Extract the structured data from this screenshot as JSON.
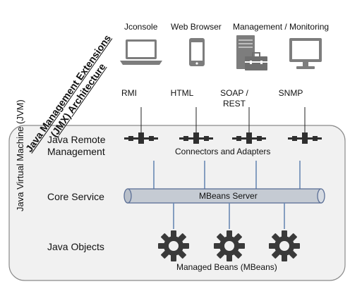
{
  "title": {
    "line1": "Java Management Extensions",
    "line2": "(JMX) Architecture"
  },
  "jvm_label": "Java Virtual Machine (JVM)",
  "clients": [
    {
      "label": "Jconsole",
      "icon": "laptop-icon",
      "protocol_lines": [
        "RMI"
      ]
    },
    {
      "label": "Web Browser",
      "icon": "mobile-phone-icon",
      "protocol_lines": [
        "HTML"
      ]
    },
    {
      "label": "Management / Monitoring",
      "icon": "server-toolbox-icon",
      "protocol_lines": [
        "SOAP /",
        "REST"
      ]
    },
    {
      "label": "",
      "icon": "monitor-icon",
      "protocol_lines": [
        "SNMP"
      ]
    }
  ],
  "layers": {
    "remote_management": {
      "label_line1": "Java Remote",
      "label_line2": "Management",
      "caption": "Connectors and Adapters"
    },
    "core_service": {
      "label": "Core Service",
      "bus_label": "MBeans Server"
    },
    "java_objects": {
      "label": "Java Objects",
      "caption": "Managed Beans (MBeans)"
    }
  },
  "colors": {
    "connector_line": "#6a8ab4",
    "bus_fill": "#c5cbd3",
    "bus_stroke": "#5b6f96",
    "jvm_fill": "#f1f1f1",
    "jvm_stroke": "#8a8a8a",
    "icon_gray": "#7d7d7d",
    "dark": "#3a3a3a"
  }
}
